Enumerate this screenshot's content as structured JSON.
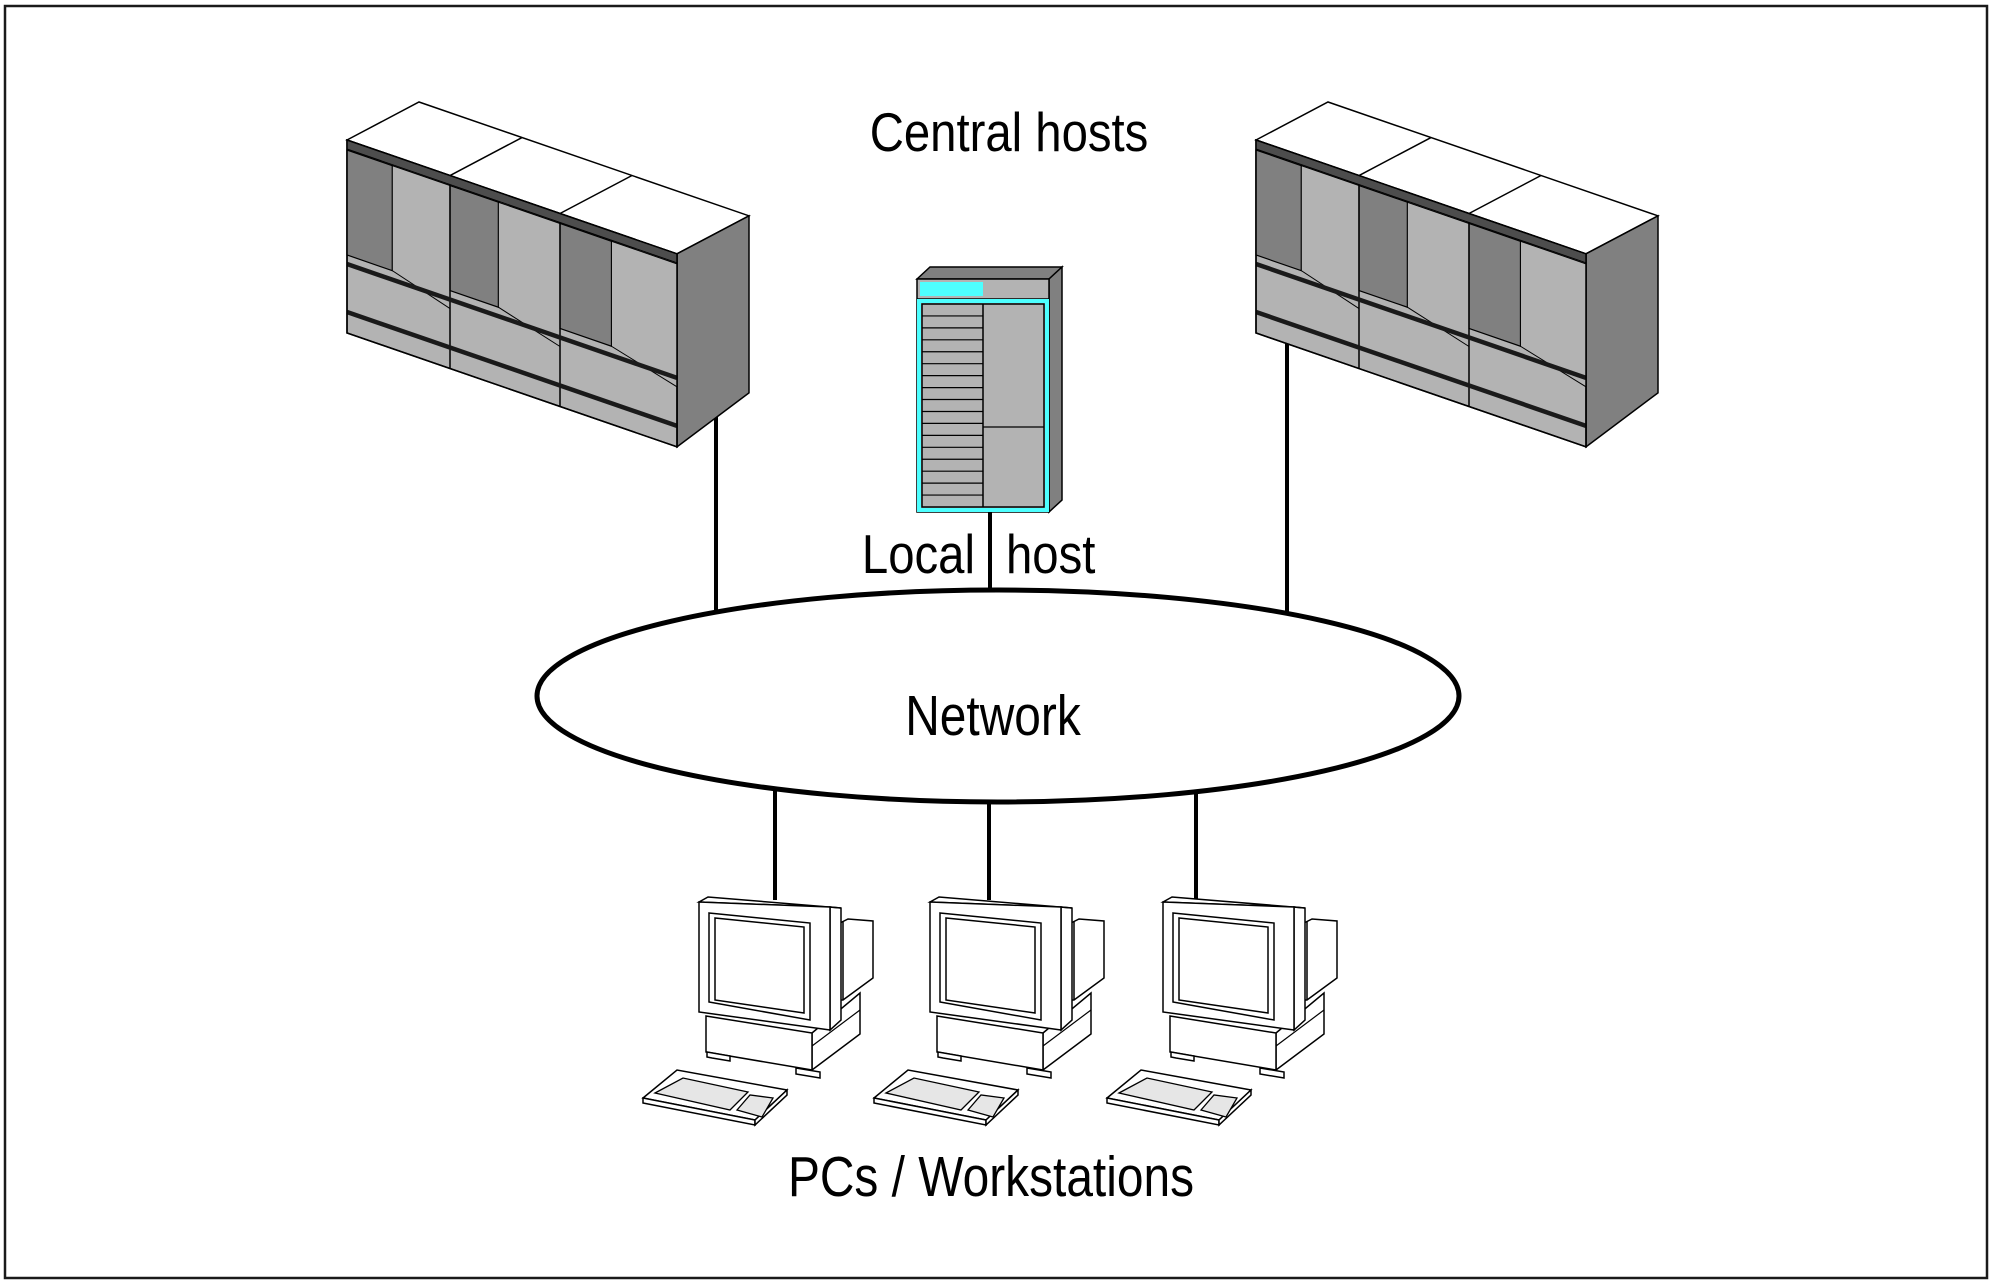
{
  "diagram": {
    "title": "Central hosts",
    "labels": {
      "central_hosts": "Central hosts",
      "local_host_left": "Local",
      "local_host_right": "host",
      "network": "Network",
      "pcs": "PCs / Workstations"
    },
    "nodes": {
      "central_hosts": [
        {
          "id": "central-host-1",
          "type": "mainframe",
          "modules": 3
        },
        {
          "id": "central-host-2",
          "type": "mainframe",
          "modules": 3
        }
      ],
      "local_host": {
        "id": "local-host",
        "type": "tower-server",
        "drive_bays": 17
      },
      "network": {
        "id": "network",
        "type": "cloud-ellipse"
      },
      "workstations": [
        {
          "id": "workstation-1",
          "type": "pc"
        },
        {
          "id": "workstation-2",
          "type": "pc"
        },
        {
          "id": "workstation-3",
          "type": "pc"
        }
      ]
    },
    "connections": [
      {
        "from": "central-host-1",
        "to": "network"
      },
      {
        "from": "local-host",
        "to": "network"
      },
      {
        "from": "central-host-2",
        "to": "network"
      },
      {
        "from": "network",
        "to": "workstation-1"
      },
      {
        "from": "network",
        "to": "workstation-2"
      },
      {
        "from": "network",
        "to": "workstation-3"
      }
    ],
    "colors": {
      "host_top": "#ffffff",
      "host_band": "#4d4d4d",
      "host_dark_panel": "#808080",
      "host_light_panel": "#b3b3b3",
      "host_side": "#808080",
      "local_accent": "#4dffff",
      "outline": "#000000",
      "keyboard_keys": "#e6e6e6"
    }
  }
}
